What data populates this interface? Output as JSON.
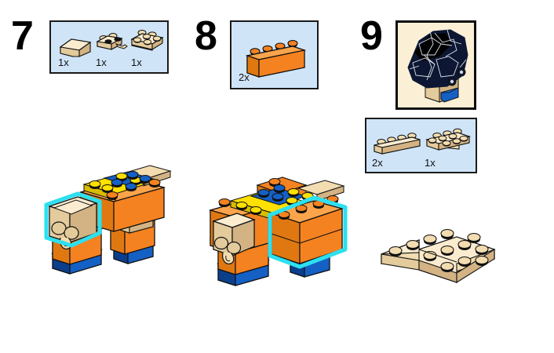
{
  "document": {
    "type": "lego-building-instructions",
    "background_color": "#ffffff"
  },
  "palette": {
    "orange": "#f58220",
    "orange_dark": "#d9690f",
    "orange_light": "#fba44b",
    "blue": "#1560c4",
    "blue_dark": "#0b3f8c",
    "blue_bright": "#1a6fd4",
    "yellow": "#ffe000",
    "yellow_dark": "#d9bc00",
    "tan": "#f2dcb0",
    "tan_dark": "#d3b384",
    "tan_light": "#fbecd0",
    "navy": "#0d1733",
    "navy_light": "#1d2a4d",
    "black": "#000000",
    "highlight_cyan": "#2ce0f0",
    "callout_bg": "#cfe4f7",
    "callout_border": "#1a1a1a",
    "cream_bg": "#fbf0d5",
    "stud_top": "#111111"
  },
  "steps": [
    {
      "id": "step-7",
      "number": "7",
      "callout": {
        "background": "#cfe4f7",
        "parts": [
          {
            "name": "slope-brick-tan",
            "quantity": "1x",
            "color": "#f2dcb0"
          },
          {
            "name": "plate-1x2-with-clip-tan",
            "quantity": "1x",
            "color": "#f2dcb0"
          },
          {
            "name": "plate-2x2-tan",
            "quantity": "1x",
            "color": "#f2dcb0"
          }
        ]
      }
    },
    {
      "id": "step-8",
      "number": "8",
      "callout": {
        "background": "#cfe4f7",
        "parts": [
          {
            "name": "brick-1x4-orange",
            "quantity": "2x",
            "color": "#f58220"
          }
        ]
      }
    },
    {
      "id": "step-9",
      "number": "9",
      "model_box": {
        "name": "completed-model-preview",
        "background": "#fbf0d5",
        "subject": "dark-navy-lion-mane-model"
      },
      "callout": {
        "background": "#cfe4f7",
        "parts": [
          {
            "name": "plate-1x4-tan",
            "quantity": "2x",
            "color": "#f2dcb0"
          },
          {
            "name": "plate-2x3-tan",
            "quantity": "1x",
            "color": "#f2dcb0"
          }
        ]
      }
    }
  ],
  "models": [
    {
      "id": "model-left",
      "name": "build-progress-step-7",
      "highlight": {
        "color": "#2ce0f0",
        "target": "tan-head-assembly"
      },
      "colors": [
        "#f58220",
        "#1560c4",
        "#ffe000",
        "#f2dcb0"
      ]
    },
    {
      "id": "model-middle",
      "name": "build-progress-step-8",
      "highlight": {
        "color": "#2ce0f0",
        "target": "orange-body-bricks"
      },
      "colors": [
        "#f58220",
        "#1560c4",
        "#ffe000",
        "#f2dcb0"
      ]
    },
    {
      "id": "model-right",
      "name": "tan-plate-subassembly-step-9",
      "highlight": null,
      "colors": [
        "#f2dcb0"
      ]
    }
  ]
}
